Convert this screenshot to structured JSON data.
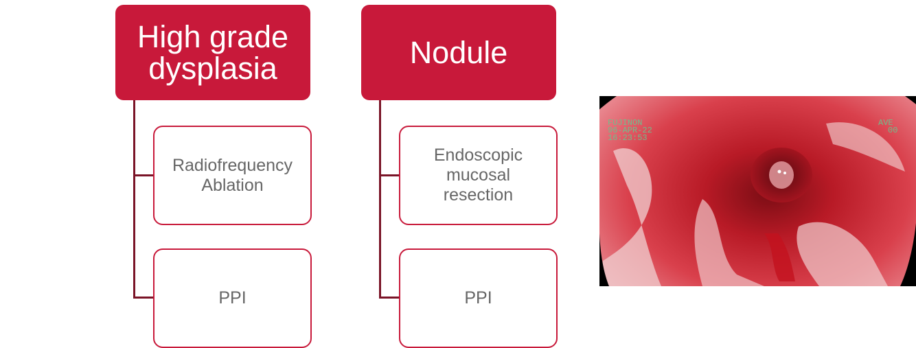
{
  "columns": [
    {
      "heading": "High grade dysplasia",
      "items": [
        "Radiofrequency Ablation",
        "PPI"
      ]
    },
    {
      "heading": "Nodule",
      "items": [
        "Endoscopic mucosal resection",
        "PPI"
      ]
    }
  ],
  "endoscopy": {
    "overlay_left": [
      "FUJINON",
      "96-APR-22",
      "16:23:53"
    ],
    "overlay_right": [
      "AVE",
      "00"
    ]
  },
  "colors": {
    "heading_fill": "#c8193a",
    "connector": "#7a1427",
    "item_border": "#c8193a",
    "item_text": "#666666"
  }
}
